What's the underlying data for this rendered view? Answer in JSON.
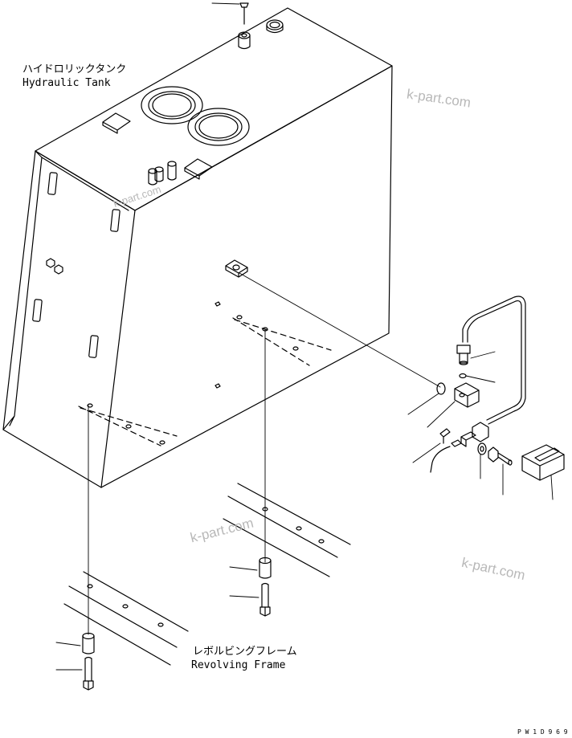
{
  "labels": {
    "tank_jp": "ハイドロリックタンク",
    "tank_en": "Hydraulic Tank",
    "frame_jp": "レボルビングフレーム",
    "frame_en": "Revolving Frame",
    "drawing_code": "P W 1 D 9 6 9"
  },
  "watermark": {
    "text": "k-part.com",
    "color": "#b8b8b8"
  },
  "colors": {
    "line": "#000000",
    "background": "#ffffff"
  }
}
